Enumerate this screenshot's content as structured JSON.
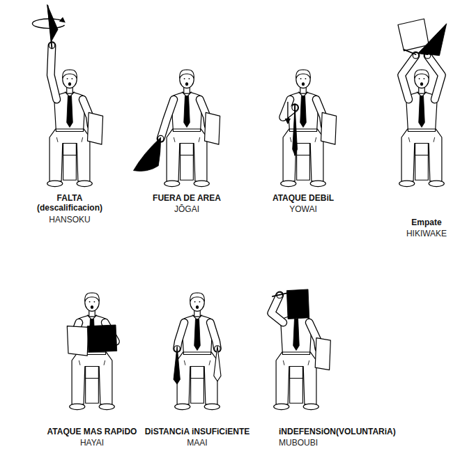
{
  "diagram": {
    "labels": [
      "FALTA (descalificacion)",
      "HANSOKU",
      "FUERA DE AREA",
      "JŌGAI",
      "ATAQUE DEBiL",
      "YOWAI",
      "Empate",
      "HIKIWAKE",
      "ATAQUE MAS RAPiDO",
      "HAYAI",
      "DiSTANCiA iNSUFiCiENTE",
      "MAAI",
      "iNDEFENSiON(VOLUNTARiA)",
      "MUBOUBI"
    ]
  }
}
